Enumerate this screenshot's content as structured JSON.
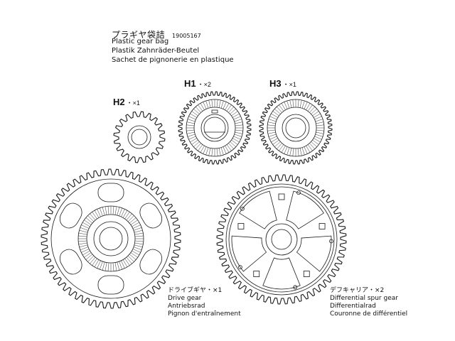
{
  "bag": {
    "title_jp": "プラギヤ袋詰",
    "part_number": "19005167",
    "lines": [
      "Plastic gear bag",
      "Plastik Zahnräder-Beutel",
      "Sachet de pignonerie en plastique"
    ]
  },
  "parts": {
    "h2": {
      "label": "H2",
      "qty": "・×1"
    },
    "h1": {
      "label": "H1",
      "qty": "・×2"
    },
    "h3": {
      "label": "H3",
      "qty": "・×1"
    }
  },
  "drive_gear": {
    "title_jp": "ドライブギヤ・×1",
    "lines": [
      "Drive gear",
      "Antriebsrad",
      "Pignon d'entraînement"
    ]
  },
  "diff_gear": {
    "title_jp": "デフキャリア・×2",
    "lines": [
      "Differential spur gear",
      "Differentialrad",
      "Couronne de différentiel"
    ]
  }
}
